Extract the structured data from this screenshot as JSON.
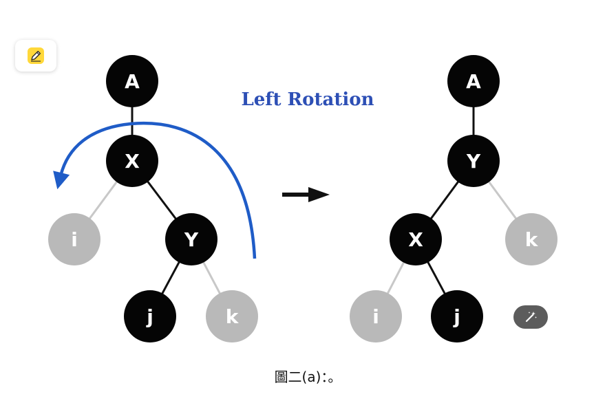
{
  "title": "Left Rotation",
  "caption": "圖二(a)：。",
  "colors": {
    "title": "#2d4fb5",
    "arrow": "#1f5cc7",
    "node_dark": "#050505",
    "node_light": "#b9b9b9",
    "edge_dark": "#111111",
    "edge_light": "#c8c8c8",
    "label": "#ffffff"
  },
  "icons": {
    "edit": "pencil-edit-icon",
    "magic": "magic-wand-icon",
    "transition": "right-arrow-icon",
    "rotation": "curved-arrow-icon"
  },
  "before_tree": {
    "nodes": [
      {
        "id": "A",
        "label": "A",
        "style": "dark"
      },
      {
        "id": "X",
        "label": "X",
        "style": "dark"
      },
      {
        "id": "i",
        "label": "i",
        "style": "light"
      },
      {
        "id": "Y",
        "label": "Y",
        "style": "dark"
      },
      {
        "id": "j",
        "label": "j",
        "style": "dark"
      },
      {
        "id": "k",
        "label": "k",
        "style": "light"
      }
    ],
    "edges": [
      {
        "from": "A",
        "to": "X"
      },
      {
        "from": "X",
        "to": "i"
      },
      {
        "from": "X",
        "to": "Y"
      },
      {
        "from": "Y",
        "to": "j"
      },
      {
        "from": "Y",
        "to": "k"
      }
    ]
  },
  "after_tree": {
    "nodes": [
      {
        "id": "A",
        "label": "A",
        "style": "dark"
      },
      {
        "id": "Y",
        "label": "Y",
        "style": "dark"
      },
      {
        "id": "X",
        "label": "X",
        "style": "dark"
      },
      {
        "id": "k",
        "label": "k",
        "style": "light"
      },
      {
        "id": "i",
        "label": "i",
        "style": "light"
      },
      {
        "id": "j",
        "label": "j",
        "style": "dark"
      }
    ],
    "edges": [
      {
        "from": "A",
        "to": "Y"
      },
      {
        "from": "Y",
        "to": "X"
      },
      {
        "from": "Y",
        "to": "k"
      },
      {
        "from": "X",
        "to": "i"
      },
      {
        "from": "X",
        "to": "j"
      }
    ]
  }
}
